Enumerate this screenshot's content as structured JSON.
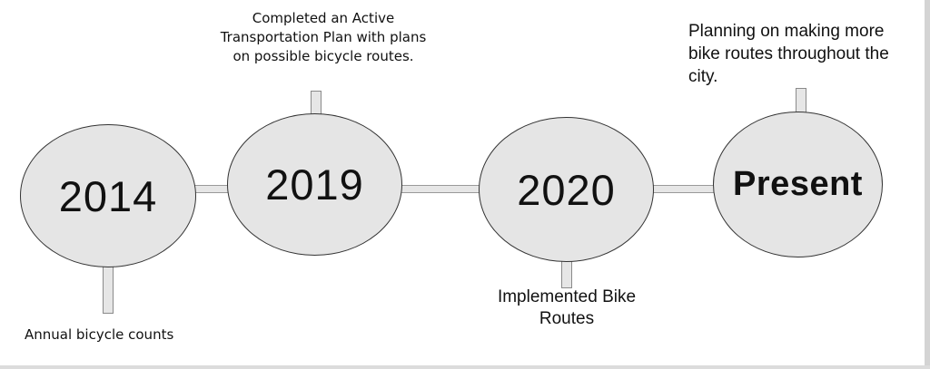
{
  "timeline": {
    "events": [
      {
        "year": "2014",
        "description": "Annual bicycle counts"
      },
      {
        "year": "2019",
        "description": "Completed an Active Transportation Plan with plans on possible bicycle routes."
      },
      {
        "year": "2020",
        "description": "Implemented Bike Routes"
      },
      {
        "year": "Present",
        "description": "Planning on making more bike routes throughout the city."
      }
    ]
  },
  "colors": {
    "node_fill": "#e5e5e5",
    "node_border": "#333333",
    "connector_fill": "#e6e6e6",
    "text": "#111111"
  }
}
